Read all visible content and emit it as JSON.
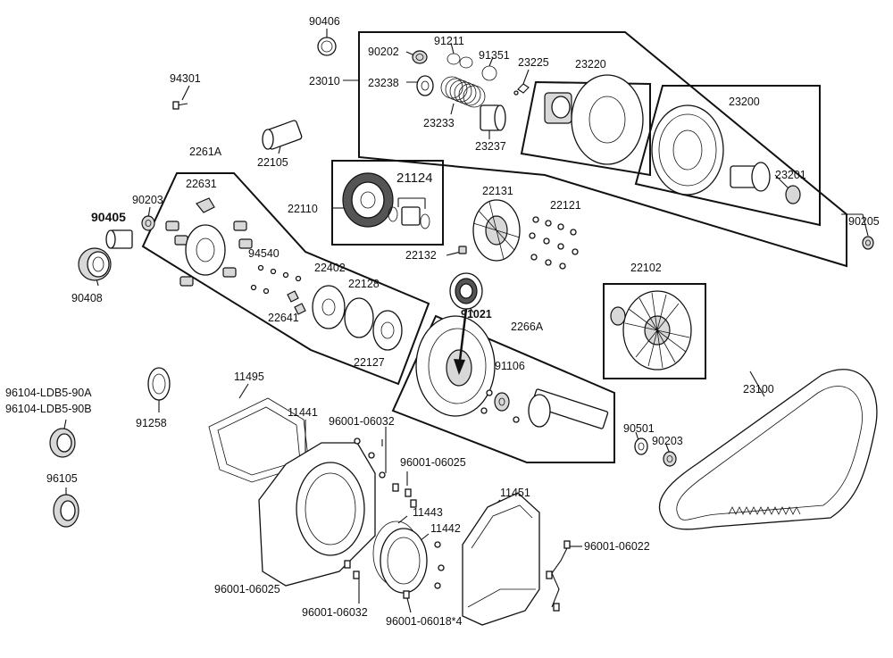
{
  "labels": {
    "p90406": "90406",
    "p90202": "90202",
    "p91211": "91211",
    "p91351": "91351",
    "p23225": "23225",
    "p23220": "23220",
    "p23010": "23010",
    "p23238": "23238",
    "p23233": "23233",
    "p23237": "23237",
    "p23200": "23200",
    "p23201": "23201",
    "p94301": "94301",
    "p22105": "22105",
    "p2261A": "2261A",
    "p22631": "22631",
    "p90203a": "90203",
    "p90405": "90405",
    "p90408": "90408",
    "p94540": "94540",
    "p22402": "22402",
    "p22128": "22128",
    "p22641": "22641",
    "p22127": "22127",
    "p22110": "22110",
    "p21124": "21124",
    "p22131": "22131",
    "p22121": "22121",
    "p22132": "22132",
    "p90205": "90205",
    "p22102": "22102",
    "p91021": "91021",
    "p2266A": "2266A",
    "p91106": "91106",
    "p23100": "23100",
    "p90501": "90501",
    "p90203b": "90203",
    "p11495": "11495",
    "p11441": "11441",
    "p96001_06032a": "96001-06032",
    "p96001_06025a": "96001-06025",
    "p11443": "11443",
    "p11442": "11442",
    "p11451": "11451",
    "p96001_06022": "96001-06022",
    "p96001_06025b": "96001-06025",
    "p96001_06032b": "96001-06032",
    "p96001_06018": "96001-06018*4",
    "p96104a": "96104-LDB5-90A",
    "p96104b": "96104-LDB5-90B",
    "p91258": "91258",
    "p96105": "96105"
  }
}
